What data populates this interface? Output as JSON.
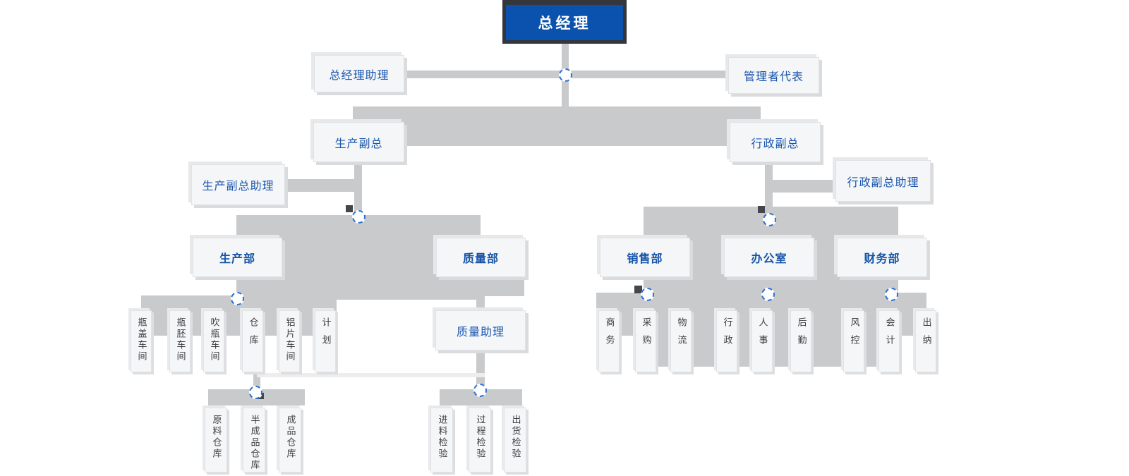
{
  "org": {
    "root": "总经理",
    "gm_assistant": "总经理助理",
    "management_rep": "管理者代表",
    "production_vp": "生产副总",
    "production_vp_assistant": "生产副总助理",
    "admin_vp": "行政副总",
    "admin_vp_assistant": "行政副总助理",
    "departments": {
      "production": {
        "label": "生产部",
        "units": [
          "瓶盖车间",
          "瓶胚车间",
          "吹瓶车间",
          "仓库",
          "铝片车间",
          "计划"
        ]
      },
      "quality": {
        "label": "质量部",
        "assistant": "质量助理",
        "inspections": [
          "进料检验",
          "过程检验",
          "出货检验"
        ]
      },
      "sales": {
        "label": "销售部",
        "units": [
          "商务",
          "采购",
          "物流"
        ]
      },
      "office": {
        "label": "办公室",
        "units": [
          "行政",
          "人事",
          "后勤"
        ]
      },
      "finance": {
        "label": "财务部",
        "units": [
          "风控",
          "会计",
          "出纳"
        ]
      }
    },
    "warehouse_sub": [
      "原料仓库",
      "半成品仓库",
      "成品仓库"
    ]
  },
  "colors": {
    "root_fill": "#0b52ae",
    "root_border": "#33363b",
    "connector_gray": "#c9cacc",
    "connector_light": "#ededee",
    "box_fill": "#f4f6f8",
    "box_border": "#e0e2e5",
    "box_shadow": "#d9dbdd",
    "text_blue": "#1a56ae",
    "text_dark": "#3e4042",
    "dot_border_blue": "#2f6fd2",
    "handle_dark": "#43464a"
  }
}
